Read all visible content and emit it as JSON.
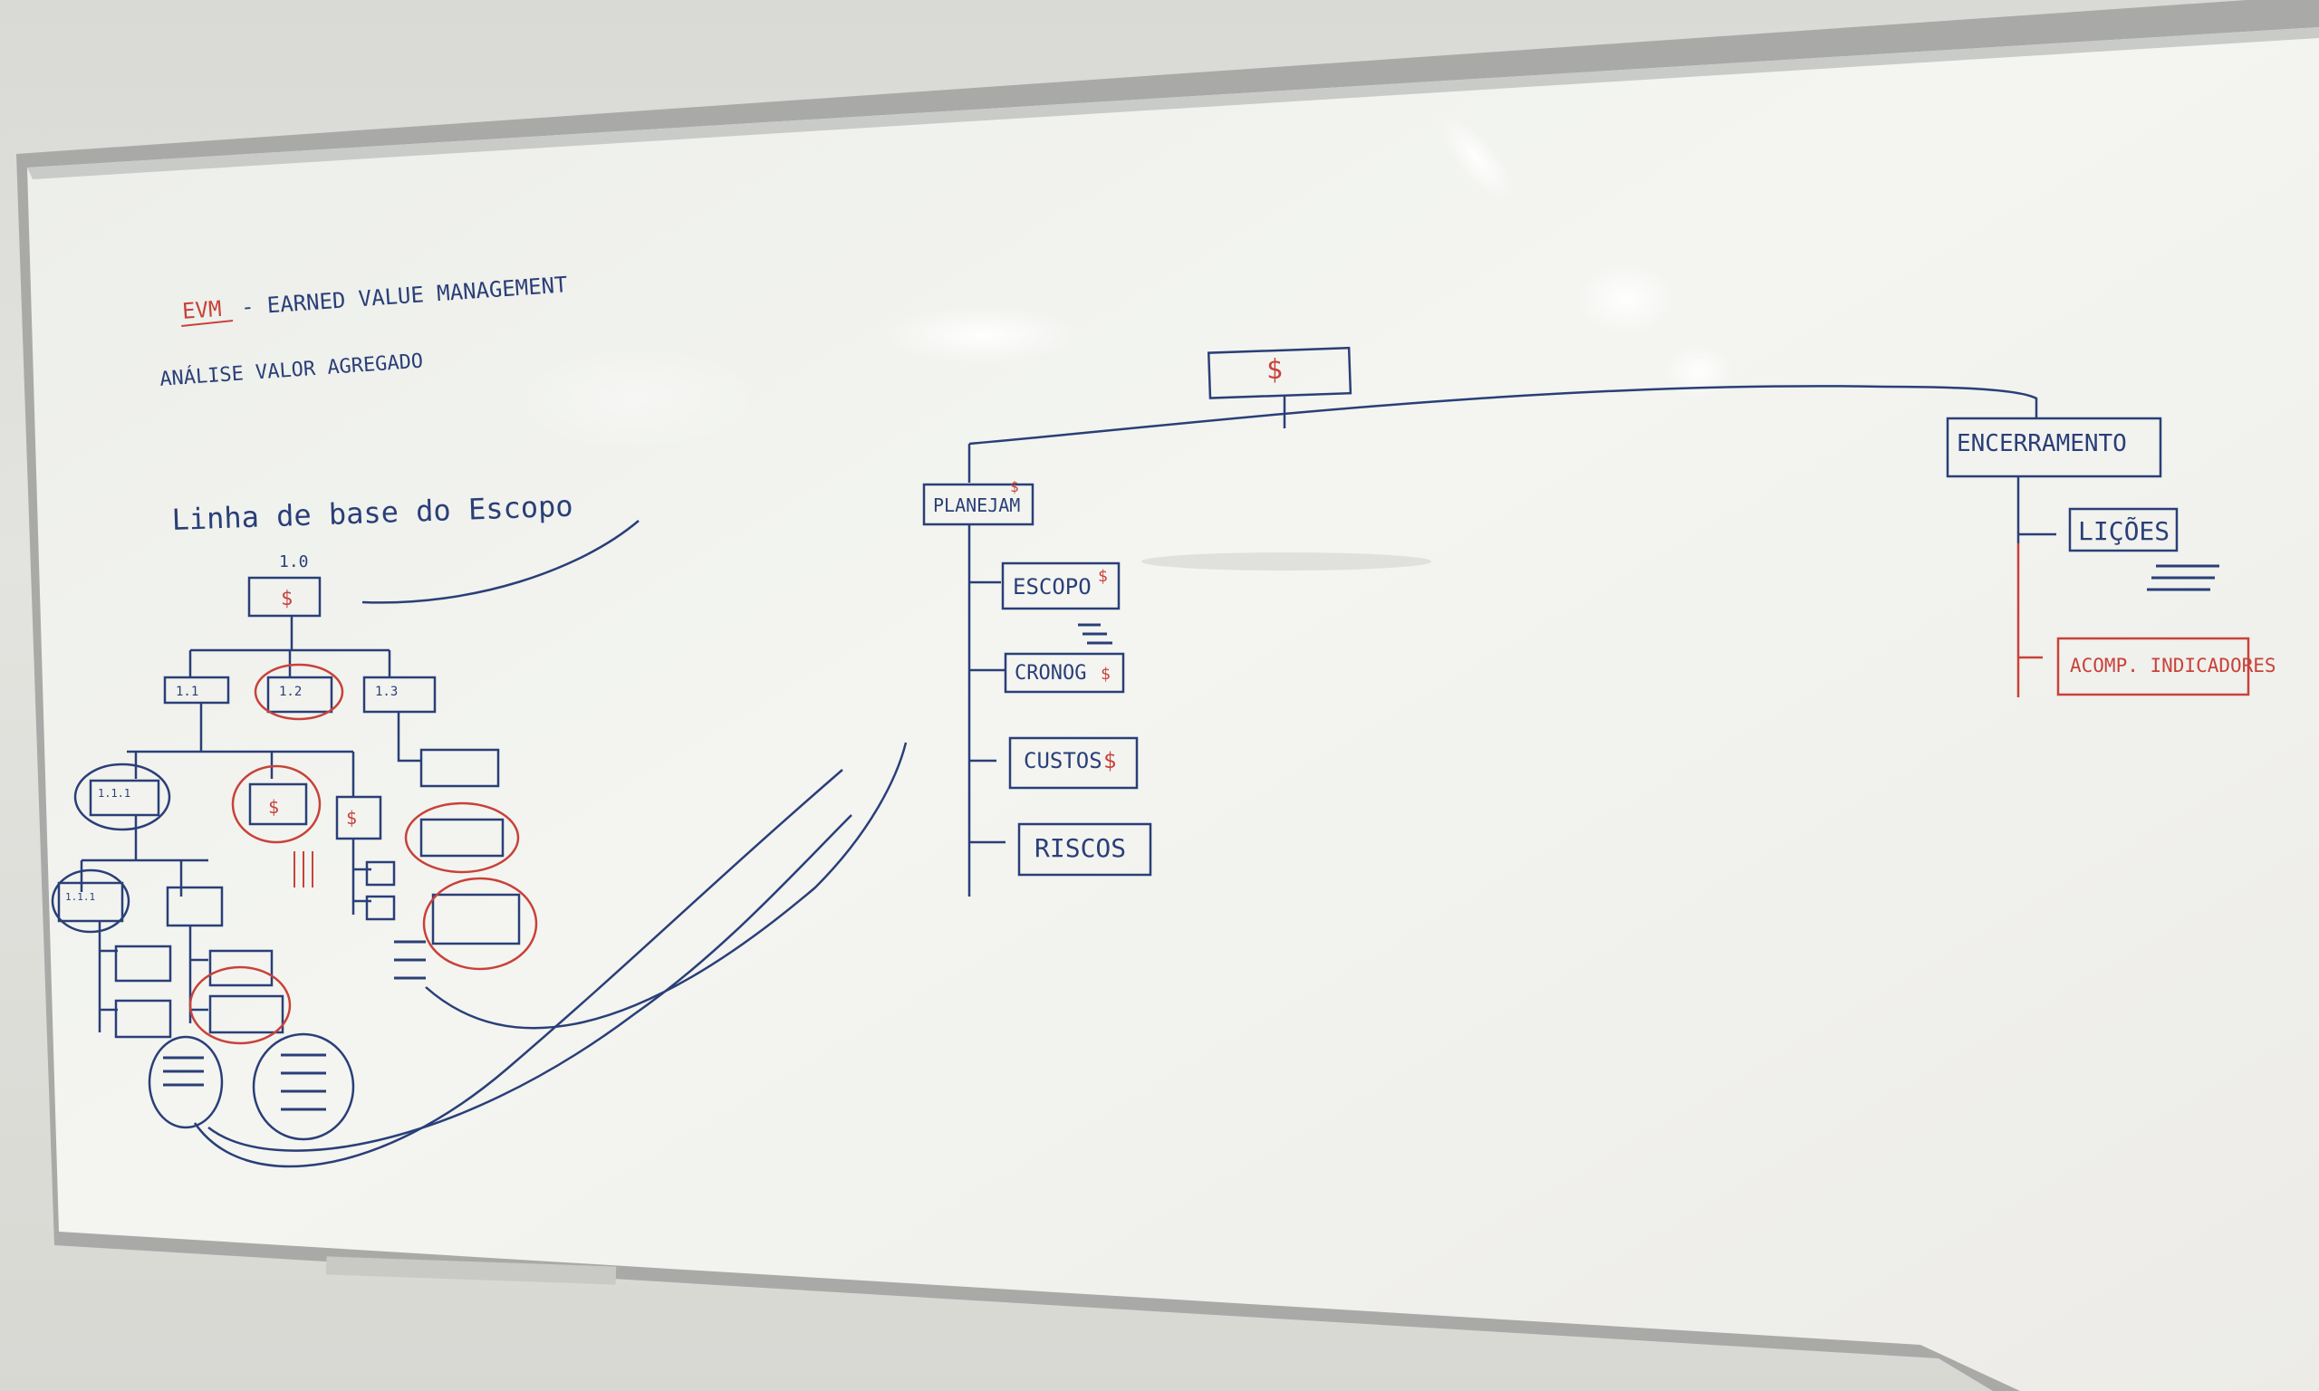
{
  "header": {
    "evm_abbrev": "EVM",
    "evm_full": "- EARNED VALUE MANAGEMENT",
    "analise": "ANÁLISE VALOR AGREGADO"
  },
  "left_wbs": {
    "title": "Linha de base do Escopo",
    "root_id": "1.0",
    "l2_a": "1.1",
    "l2_b": "1.2",
    "l2_c": "1.3",
    "l3_a": "1.1.1",
    "l4_a": "1.1.1",
    "dollar": "$"
  },
  "right_wbs": {
    "root": "$",
    "planejam": "PLANEJAM",
    "escopo": "ESCOPO",
    "cronog": "CRONOG",
    "custos": "CUSTOS",
    "riscos": "RISCOS",
    "encerramento": "ENCERRAMENTO",
    "licoes": "LIÇÕES",
    "acomp": "ACOMP. INDICADORES",
    "dollar": "$"
  },
  "colors": {
    "blue_marker": "#2a3f78",
    "red_marker": "#c8423a",
    "board": "#f3f3f0",
    "frame": "#a9aaa8"
  }
}
